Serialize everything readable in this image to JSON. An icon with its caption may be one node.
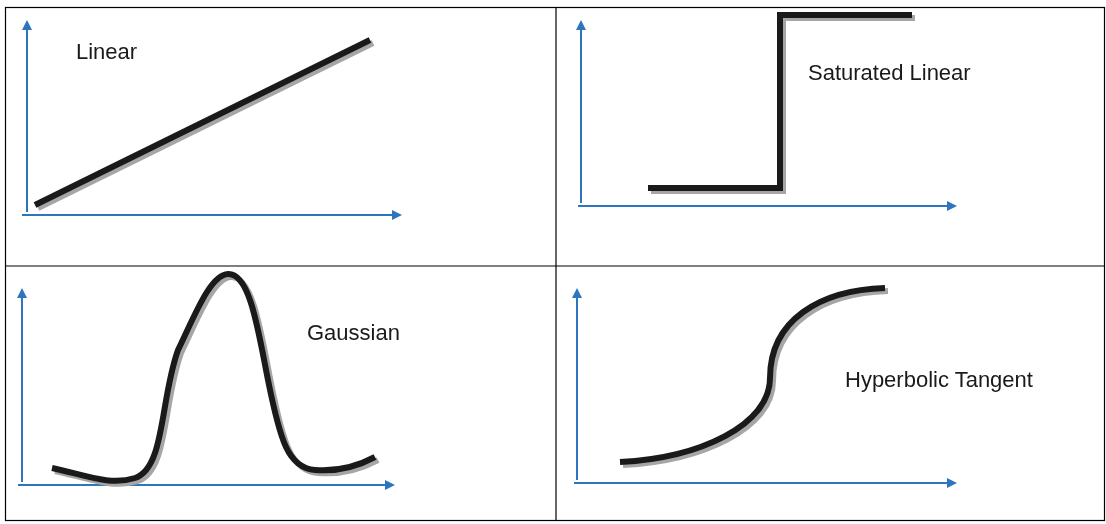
{
  "diagram": {
    "labels": [
      "Linear",
      "Saturated Linear",
      "Gaussian",
      "Hyperbolic Tangent"
    ]
  }
}
